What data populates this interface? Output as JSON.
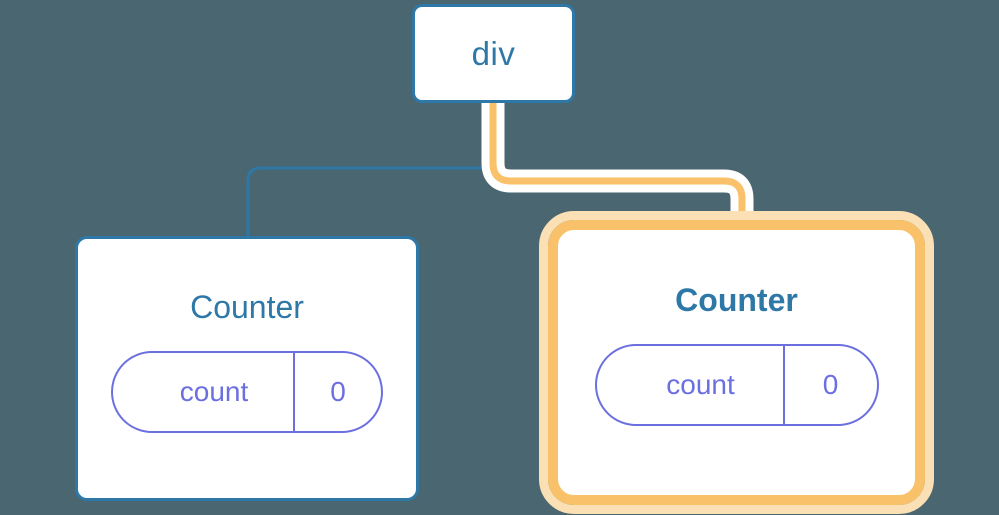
{
  "diagram": {
    "type": "component-tree",
    "background_color": "#4a6670",
    "accent_blue": "#2e78a8",
    "accent_amber": "#f8c16a",
    "accent_amber_halo": "#fae0b4",
    "state_color": "#6c6fe0"
  },
  "root": {
    "label": "div"
  },
  "children": [
    {
      "label": "Counter",
      "highlighted": false,
      "state": {
        "key": "count",
        "value": "0"
      }
    },
    {
      "label": "Counter",
      "highlighted": true,
      "state": {
        "key": "count",
        "value": "0"
      }
    }
  ],
  "edges": [
    {
      "from": "div",
      "to": "Counter (left)",
      "color": "#2e78a8",
      "style": "thin"
    },
    {
      "from": "div",
      "to": "Counter (right)",
      "color": "#f8c16a",
      "style": "thick-highlighted"
    }
  ],
  "effects": {
    "left_burst_color": "#ffffff",
    "middle_burst_color": "#f8c16a",
    "right_burst_color": "#f8c16a"
  }
}
